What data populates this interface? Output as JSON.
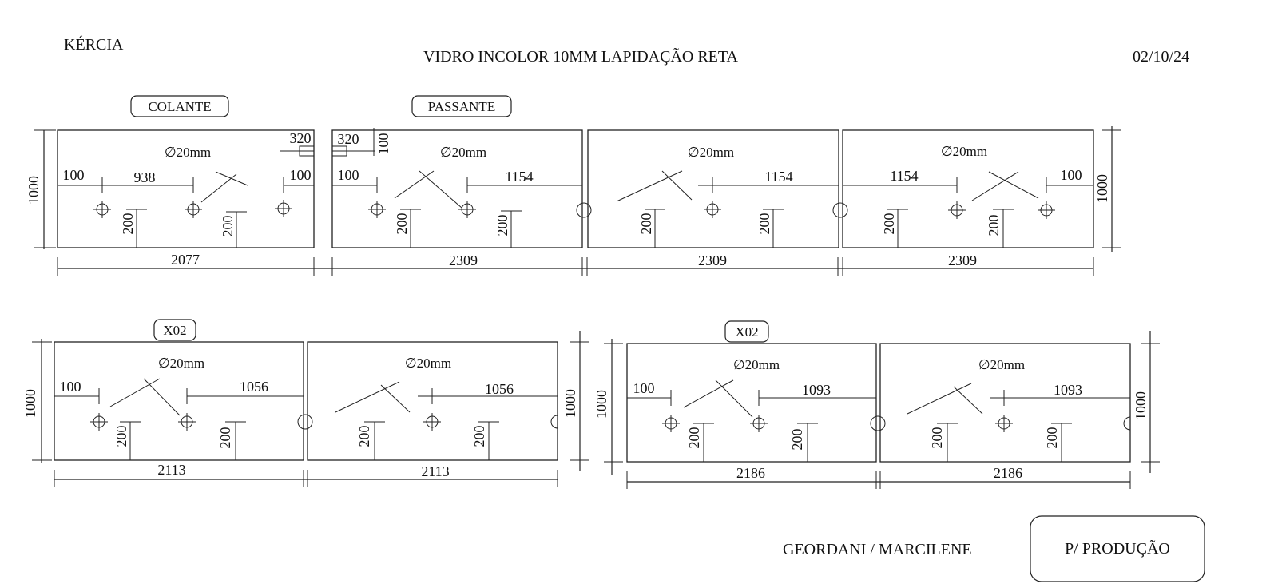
{
  "header": {
    "client": "KÉRCIA",
    "material": "VIDRO INCOLOR 10MM LAPIDAÇÃO RETA",
    "date": "02/10/24"
  },
  "row1": {
    "tags": {
      "colante": "COLANTE",
      "passante": "PASSANTE"
    },
    "height": "1000",
    "hole_label": "∅20mm",
    "panel1": {
      "width": "2077",
      "d_left": "100",
      "d_mid": "938",
      "d_right": "100",
      "notch": "320",
      "hole_y1": "200",
      "hole_y2": "200"
    },
    "panel2": {
      "width": "2309",
      "notch_w": "320",
      "notch_h": "100",
      "d_left": "100",
      "d_right": "1154",
      "hole_y1": "200",
      "hole_y2": "200"
    },
    "panel3": {
      "width": "2309",
      "d_right": "1154",
      "hole_y1": "200",
      "hole_y2": "200"
    },
    "panel4": {
      "width": "2309",
      "d_left": "1154",
      "d_right": "100",
      "hole_y1": "200",
      "hole_y2": "200"
    }
  },
  "row2_left": {
    "tag": "X02",
    "height": "1000",
    "hole_label": "∅20mm",
    "panel1": {
      "width": "2113",
      "d_left": "100",
      "d_right": "1056",
      "hole_y1": "200",
      "hole_y2": "200"
    },
    "panel2": {
      "width": "2113",
      "d_right": "1056",
      "hole_y1": "200",
      "hole_y2": "200"
    }
  },
  "row2_right": {
    "tag": "X02",
    "height": "1000",
    "hole_label": "∅20mm",
    "panel1": {
      "width": "2186",
      "d_left": "100",
      "d_right": "1093",
      "hole_y1": "200",
      "hole_y2": "200"
    },
    "panel2": {
      "width": "2186",
      "d_right": "1093",
      "hole_y1": "200",
      "hole_y2": "200"
    }
  },
  "footer": {
    "names": "GEORDANI / MARCILENE",
    "stamp": "P/ PRODUÇÃO"
  }
}
